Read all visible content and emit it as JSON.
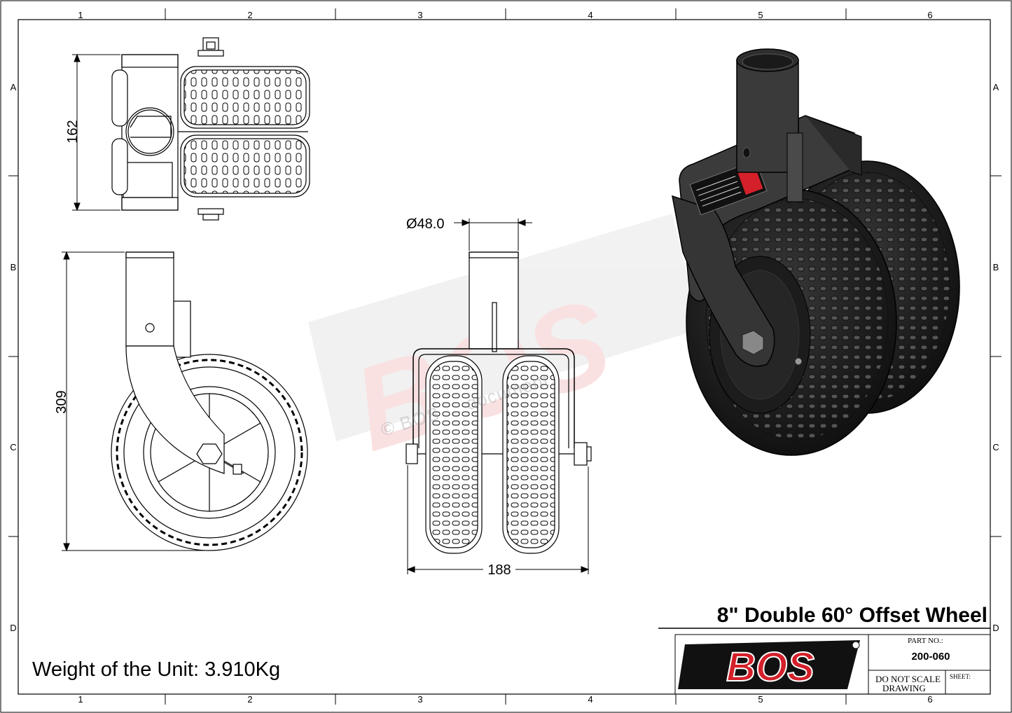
{
  "sheet": {
    "column_labels": [
      "1",
      "2",
      "3",
      "4",
      "5",
      "6"
    ],
    "row_labels": [
      "A",
      "B",
      "C",
      "D"
    ]
  },
  "dimensions": {
    "top_height": "162",
    "side_height": "309",
    "tube_diameter": "Ø48.0",
    "front_width": "188"
  },
  "title": "8\" Double 60° Offset Wheel",
  "weight": "Weight of the Unit: 3.910Kg",
  "watermark": "© BOS ... document.",
  "title_block": {
    "logo_text": "BOS",
    "part_no_label": "PART NO.:",
    "part_no_value": "200-060",
    "do_not_scale_line1": "DO NOT SCALE",
    "do_not_scale_line2": "DRAWING",
    "sheet_label": "SHEET:"
  },
  "colors": {
    "brand_red": "#d4202a",
    "brand_black": "#111111",
    "render_dark": "#2a2a2a"
  }
}
